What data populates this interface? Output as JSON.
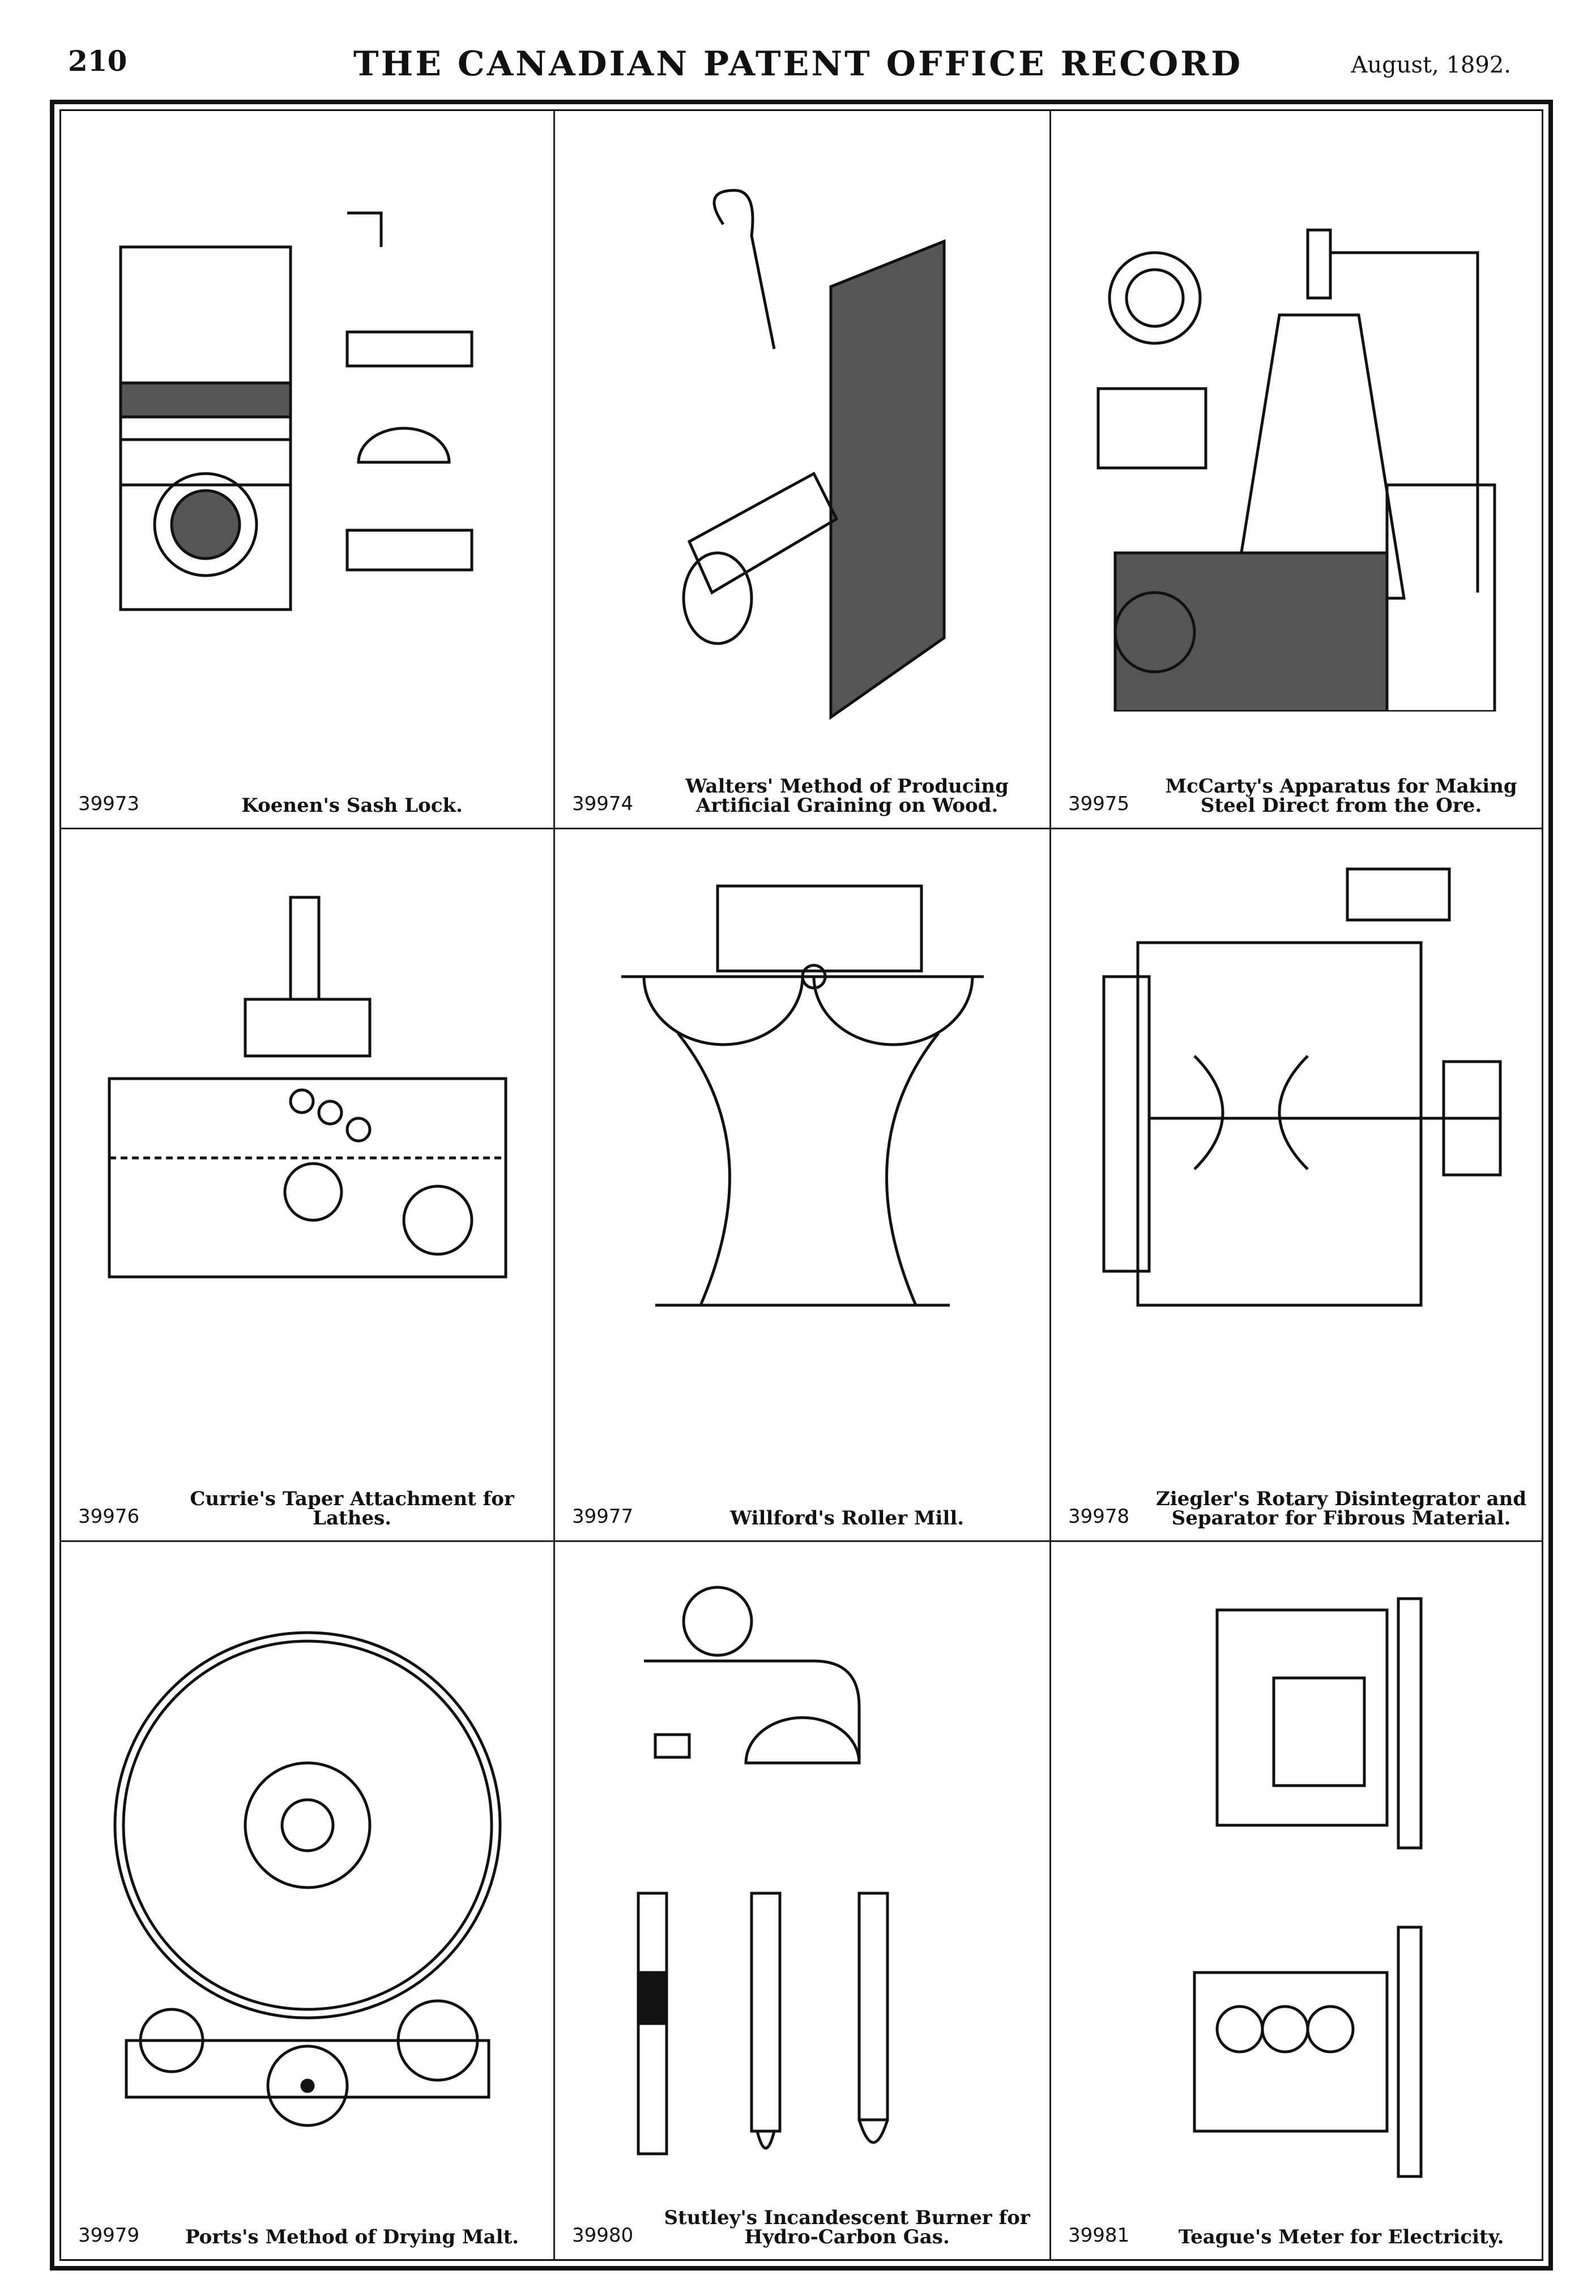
{
  "header": {
    "page_number": "210",
    "title": "THE CANADIAN PATENT OFFICE RECORD",
    "date": "August, 1892."
  },
  "patents": [
    {
      "number": "39973",
      "title": "Koenen's Sash Lock."
    },
    {
      "number": "39974",
      "title": "Walters' Method of Producing Artificial Graining on Wood."
    },
    {
      "number": "39975",
      "title": "McCarty's Apparatus for Making Steel Direct from the Ore."
    },
    {
      "number": "39976",
      "title": "Currie's Taper Attachment for Lathes."
    },
    {
      "number": "39977",
      "title": "Willford's Roller Mill."
    },
    {
      "number": "39978",
      "title": "Ziegler's Rotary Disintegrator and Separator for Fibrous Material."
    },
    {
      "number": "39979",
      "title": "Ports's Method of Drying Malt."
    },
    {
      "number": "39980",
      "title": "Stutley's Incandescent Burner for Hydro-Carbon Gas."
    },
    {
      "number": "39981",
      "title": "Teague's Meter for Electricity."
    }
  ]
}
